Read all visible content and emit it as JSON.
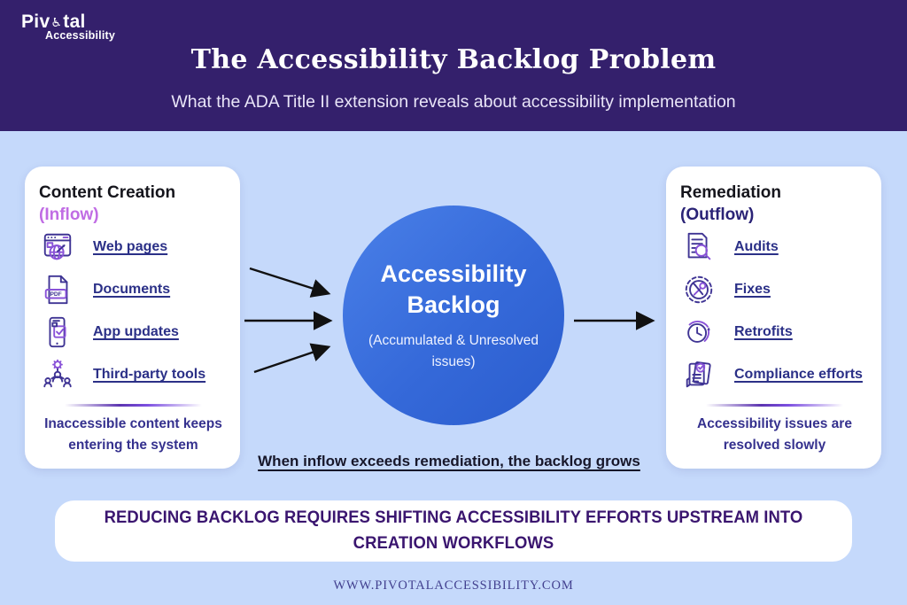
{
  "header": {
    "logo": {
      "prefix": "Piv",
      "wheelchair_char": "♿",
      "suffix": "tal",
      "tagline": "Accessibility"
    },
    "title": "The Accessibility Backlog Problem",
    "subtitle": "What the ADA Title II extension reveals about accessibility implementation"
  },
  "left_card": {
    "title": "Content Creation",
    "flow_label": "(Inflow)",
    "items": [
      {
        "label": "Web pages",
        "icon": "web-pages-icon"
      },
      {
        "label": "Documents",
        "icon": "pdf-document-icon",
        "icon_text": "PDF"
      },
      {
        "label": "App updates",
        "icon": "app-updates-icon"
      },
      {
        "label": "Third-party tools",
        "icon": "third-party-tools-icon"
      }
    ],
    "footnote": "Inaccessible content keeps entering the system"
  },
  "center_circle": {
    "title": "Accessibility Backlog",
    "subtitle": "(Accumulated & Unresolved issues)"
  },
  "right_card": {
    "title": "Remediation",
    "flow_label": "(Outflow)",
    "items": [
      {
        "label": "Audits",
        "icon": "audit-magnifier-icon"
      },
      {
        "label": "Fixes",
        "icon": "gear-tools-icon"
      },
      {
        "label": "Retrofits",
        "icon": "clock-refresh-icon"
      },
      {
        "label": "Compliance efforts",
        "icon": "compliance-docs-icon"
      }
    ],
    "footnote": "Accessibility issues are resolved slowly"
  },
  "caption": "When inflow exceeds remediation, the backlog grows",
  "banner": "REDUCING BACKLOG REQUIRES SHIFTING ACCESSIBILITY EFFORTS UPSTREAM INTO CREATION WORKFLOWS",
  "footer_url": "WWW.PIVOTALACCESSIBILITY.COM",
  "colors": {
    "header_bg": "#34206c",
    "body_bg": "#c5d9fb",
    "card_bg": "#ffffff",
    "inflow_accent": "#c06ce4",
    "outflow_accent": "#2a2376",
    "link_text": "#2b3087",
    "circle_gradient_start": "#4a80e8",
    "circle_gradient_end": "#2a5ccd",
    "banner_text": "#3a156f",
    "arrow": "#111111"
  }
}
